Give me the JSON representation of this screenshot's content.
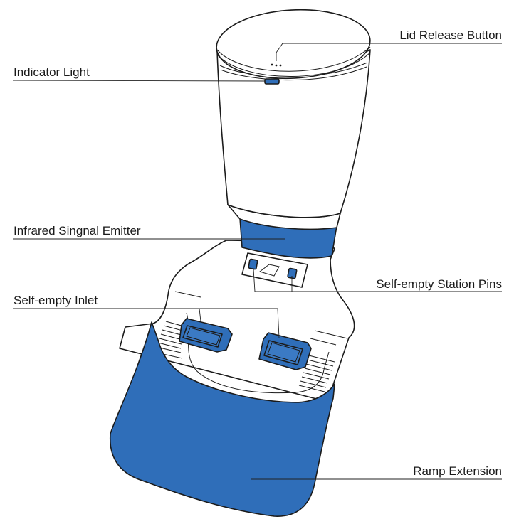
{
  "diagram": {
    "labels": {
      "lid_release_button": "Lid Release Button",
      "indicator_light": "Indicator Light",
      "infrared_emitter": "Infrared Singnal Emitter",
      "station_pins": "Self-empty Station Pins",
      "self_empty_inlet": "Self-empty Inlet",
      "ramp_extension": "Ramp Extension"
    },
    "colors": {
      "accent_blue": "#2f6eb9",
      "outline": "#1b1b1b",
      "body": "#ffffff"
    }
  }
}
